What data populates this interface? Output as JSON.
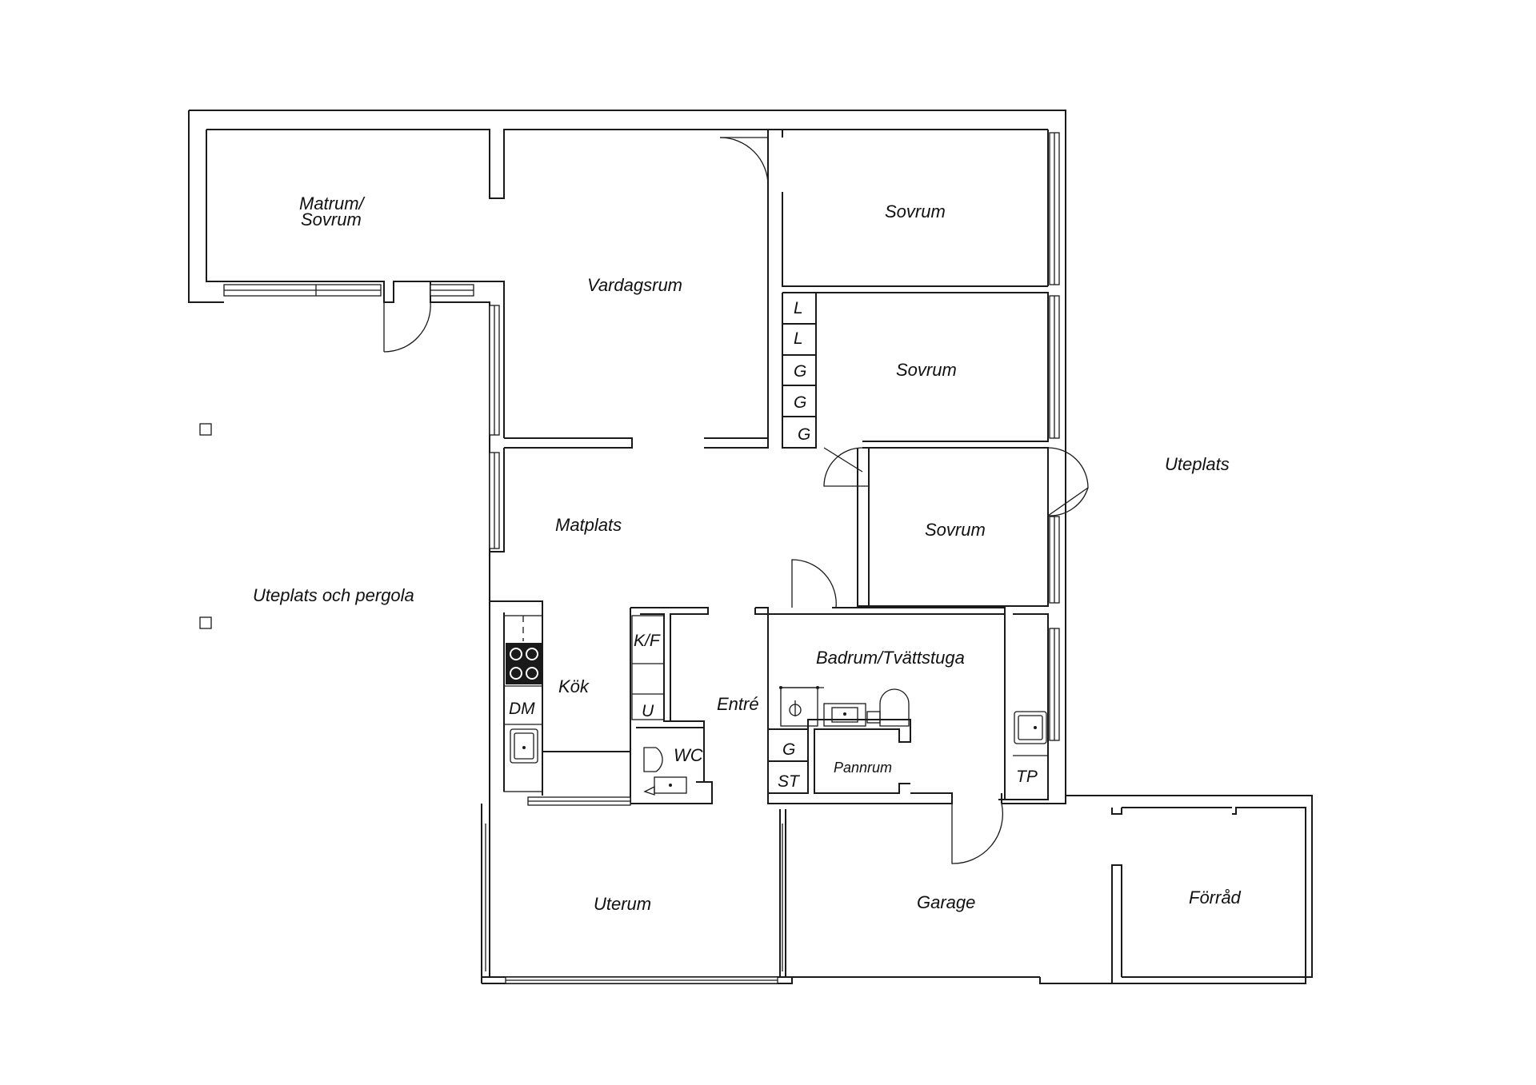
{
  "rooms": {
    "matrum_line1": "Matrum/",
    "matrum_line2": "Sovrum",
    "vardagsrum": "Vardagsrum",
    "sovrum_1": "Sovrum",
    "sovrum_2": "Sovrum",
    "sovrum_3": "Sovrum",
    "uteplats": "Uteplats",
    "uteplats_pergola": "Uteplats och pergola",
    "matplats": "Matplats",
    "kok": "Kök",
    "entre": "Entré",
    "badrum": "Badrum/Tvättstuga",
    "pannrum": "Pannrum",
    "wc": "WC",
    "uterum": "Uterum",
    "garage": "Garage",
    "forrad": "Förråd"
  },
  "closets": {
    "l1": "L",
    "l2": "L",
    "g1": "G",
    "g2": "G",
    "g3": "G",
    "kf": "K/F",
    "u": "U",
    "dm": "DM",
    "g_bath": "G",
    "st": "ST",
    "tp": "TP"
  }
}
